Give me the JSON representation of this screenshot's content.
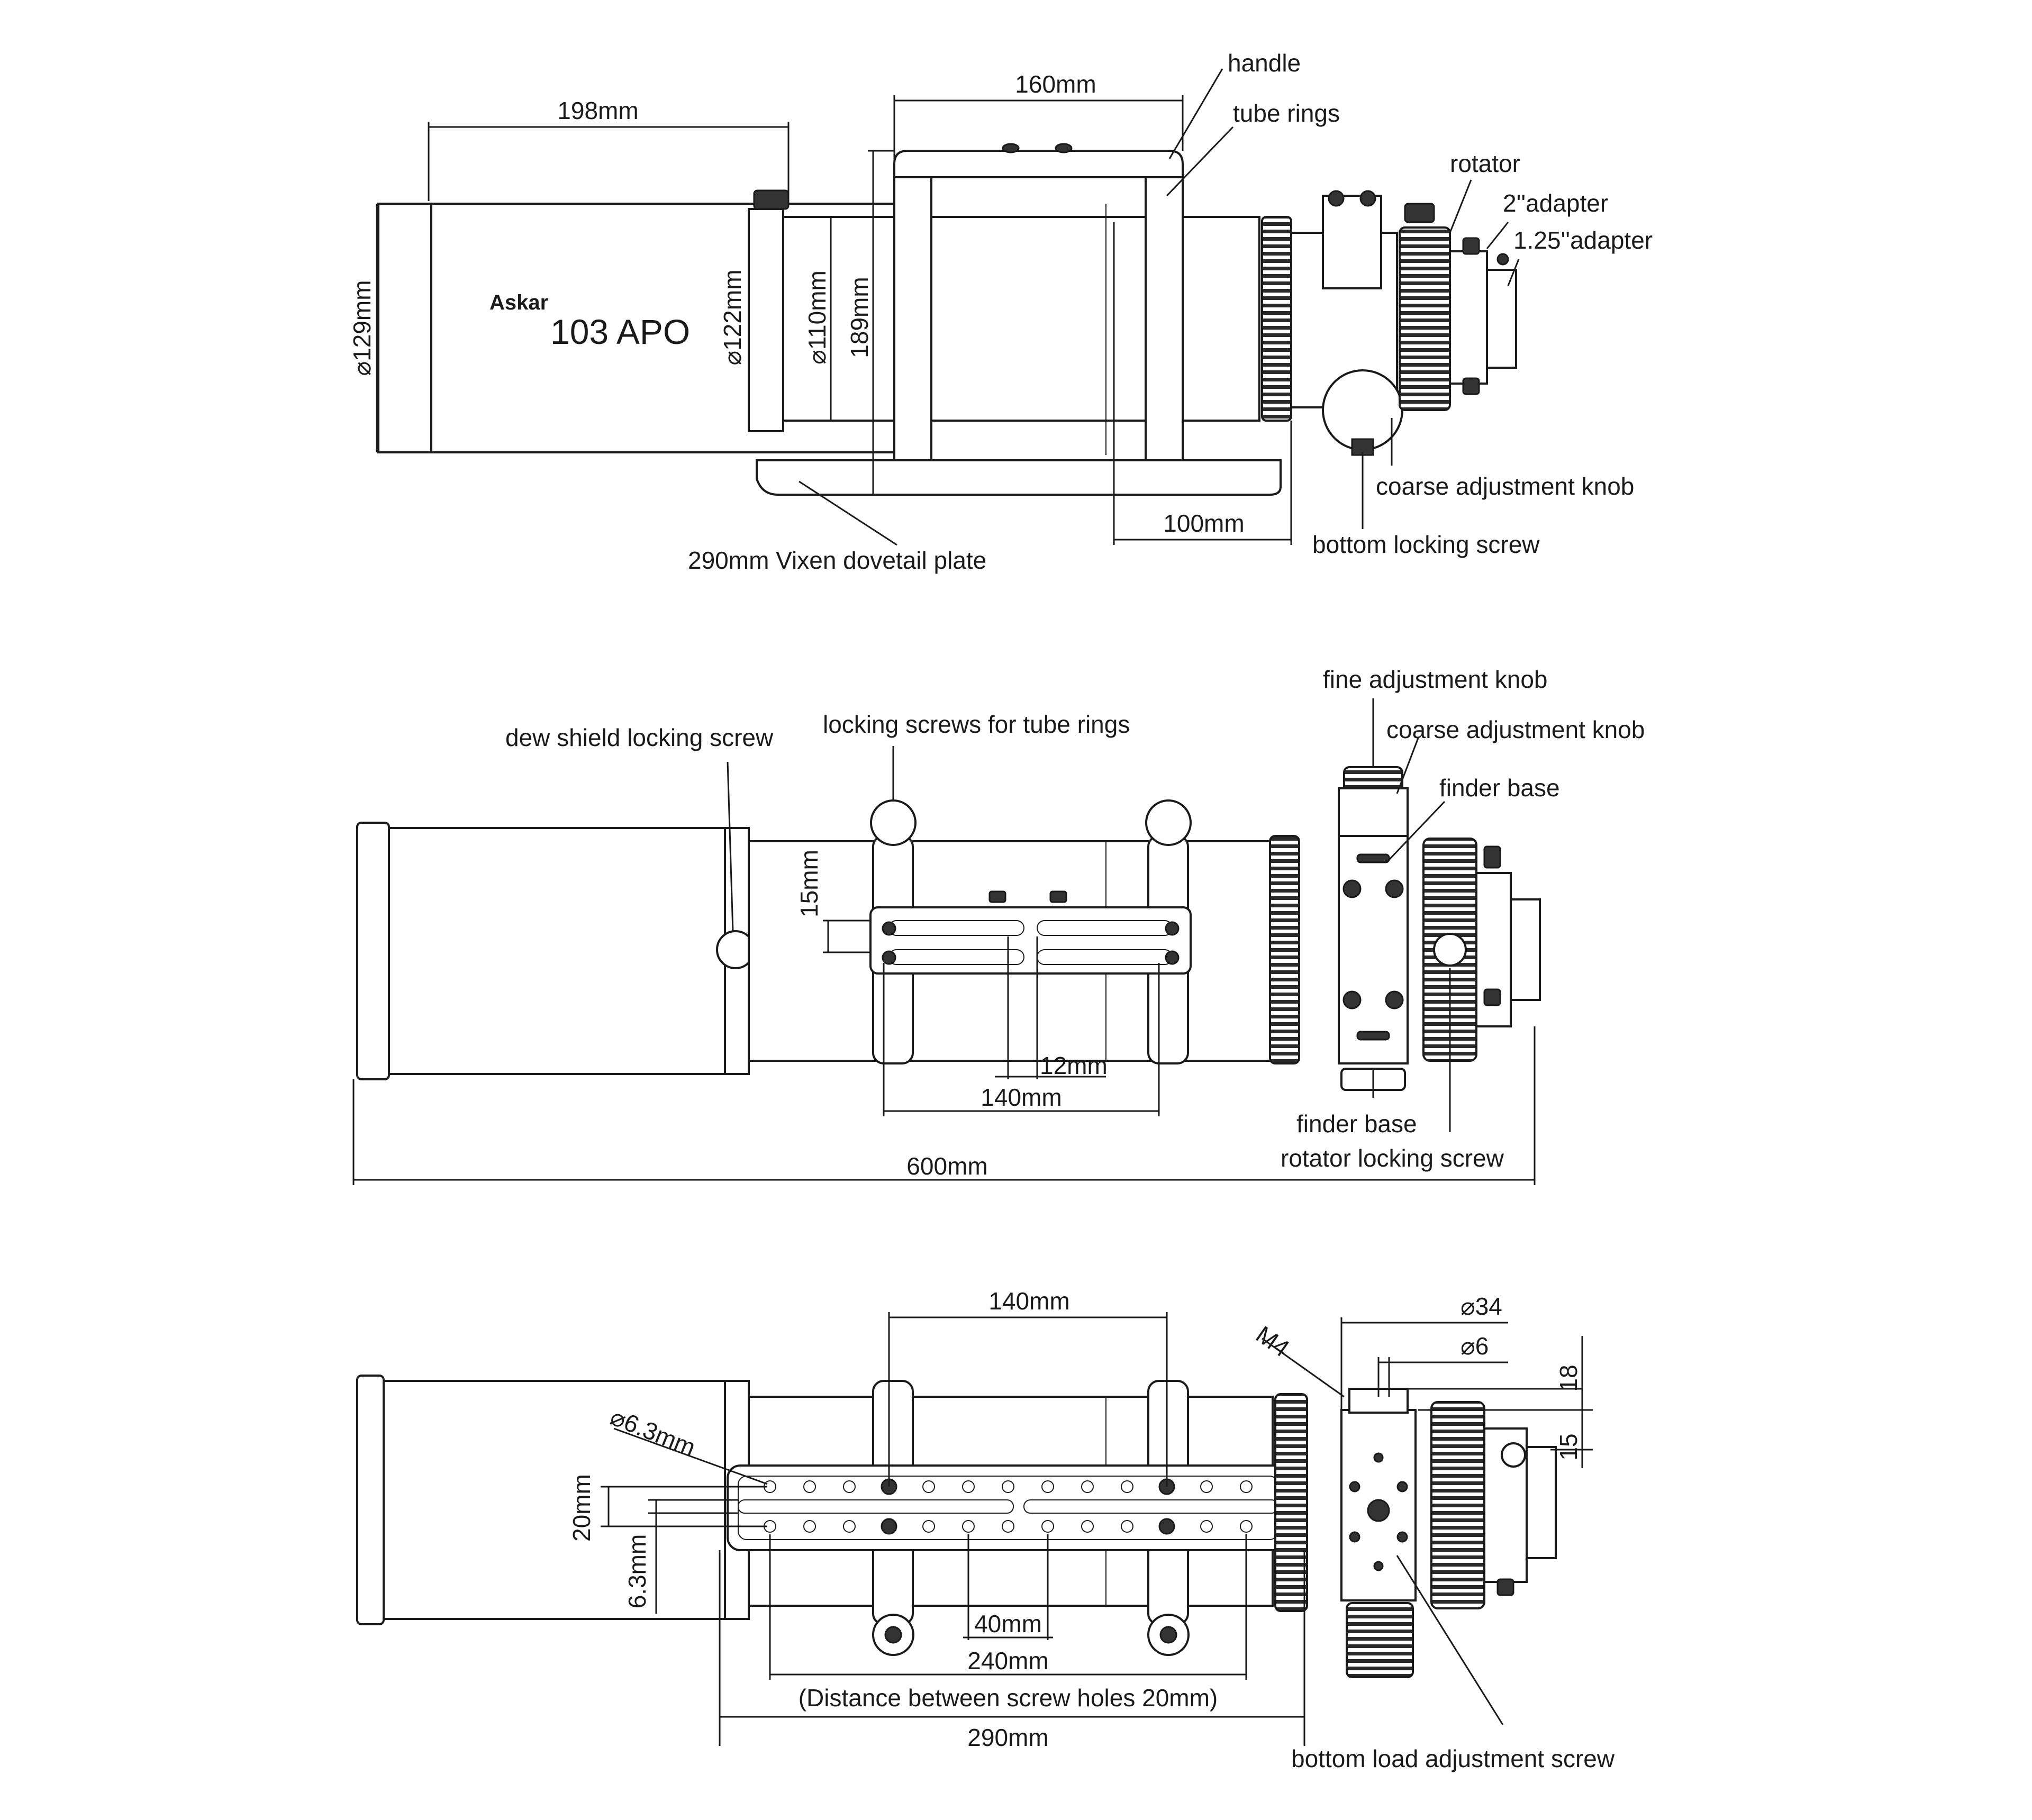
{
  "brand": {
    "logo_text": "Askar",
    "model": "103 APO"
  },
  "top_view": {
    "labels": {
      "handle": "handle",
      "tube_rings": "tube rings",
      "rotator": "rotator",
      "adapter_2": "2''adapter",
      "adapter_125": "1.25''adapter",
      "coarse_knob": "coarse adjustment knob",
      "bottom_locking_screw": "bottom locking screw",
      "dovetail": "290mm Vixen dovetail plate"
    },
    "dims": {
      "d198": "198mm",
      "d160": "160mm",
      "d129": "⌀129mm",
      "d122": "⌀122mm",
      "d110": "⌀110mm",
      "d189": "189mm",
      "d100": "100mm"
    }
  },
  "side_view": {
    "labels": {
      "fine_knob": "fine adjustment knob",
      "coarse_knob": "coarse adjustment knob",
      "finder_base_top": "finder base",
      "dew_shield_screw": "dew shield locking screw",
      "ring_screws": "locking screws for tube rings",
      "finder_base_bottom": "finder base",
      "rotator_locking_screw": "rotator locking screw"
    },
    "dims": {
      "d15": "15mm",
      "d12": "12mm",
      "d140": "140mm",
      "d600": "600mm"
    }
  },
  "bottom_view": {
    "labels": {
      "m4": "M4",
      "bottom_load_screw": "bottom load adjustment screw",
      "distance_note": "(Distance between screw holes 20mm)"
    },
    "dims": {
      "d140": "140mm",
      "d34": "⌀34",
      "d6": "⌀6",
      "d18": "18",
      "d15": "15",
      "d63_dia": "⌀6.3mm",
      "d20": "20mm",
      "d63": "6.3mm",
      "d40": "40mm",
      "d240": "240mm",
      "d290": "290mm"
    }
  }
}
